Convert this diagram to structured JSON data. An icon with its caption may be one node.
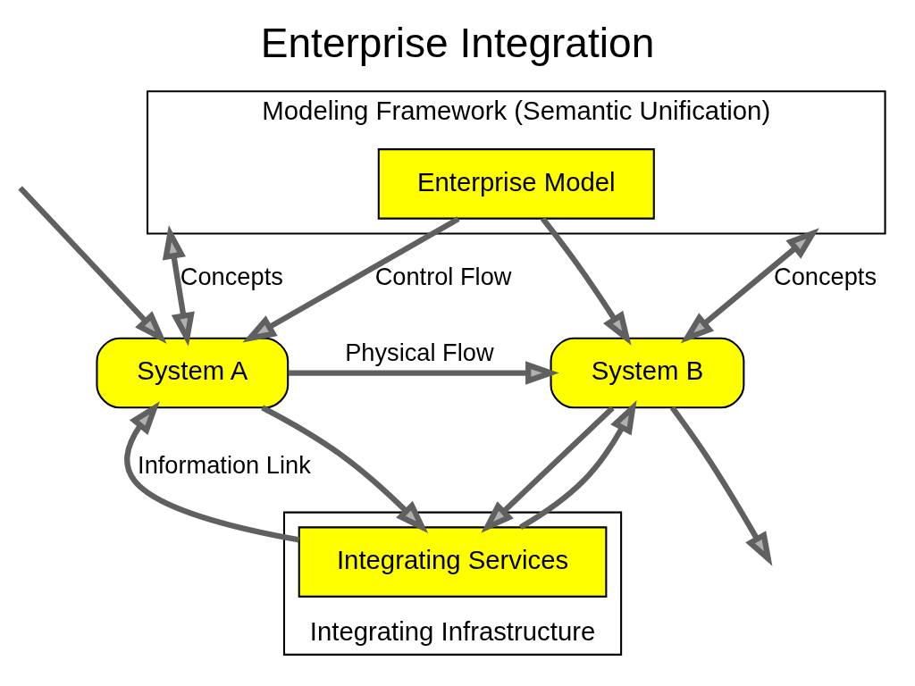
{
  "diagram": {
    "title": "Enterprise Integration",
    "nodes": [
      {
        "text": [
          "Modeling Framework (Semantic Unification)"
        ]
      },
      {
        "text": [
          "Enterprise Model"
        ],
        "in": 0
      },
      {
        "text": [
          "System A"
        ]
      },
      {
        "text": [
          "System B"
        ]
      },
      {
        "text": [
          "Integrating Infrastructure"
        ]
      },
      {
        "text": [
          "Integrating Services"
        ],
        "in": 4
      }
    ],
    "edges": [
      {
        "from": 0,
        "to": 2,
        "arrow": "both",
        "label": "Concepts"
      },
      {
        "from": 0,
        "to": 3,
        "arrow": "both",
        "label": "Concepts"
      },
      {
        "from": 1,
        "to": 2,
        "arrow": "to",
        "label": "Control Flow"
      },
      {
        "from": 1,
        "to": 3,
        "arrow": "to"
      },
      {
        "from": null,
        "to": 2,
        "arrow": "to"
      },
      {
        "from": 2,
        "to": 3,
        "arrow": "to",
        "label": "Physical Flow"
      },
      {
        "from": 3,
        "to": null,
        "arrow": "to"
      },
      {
        "from": 2,
        "to": 5,
        "arrow": "to"
      },
      {
        "from": 5,
        "to": 2,
        "arrow": "to",
        "label": "Information Link"
      },
      {
        "from": 5,
        "to": 3,
        "arrow": "to"
      },
      {
        "from": 3,
        "to": 5,
        "arrow": "to"
      }
    ]
  }
}
